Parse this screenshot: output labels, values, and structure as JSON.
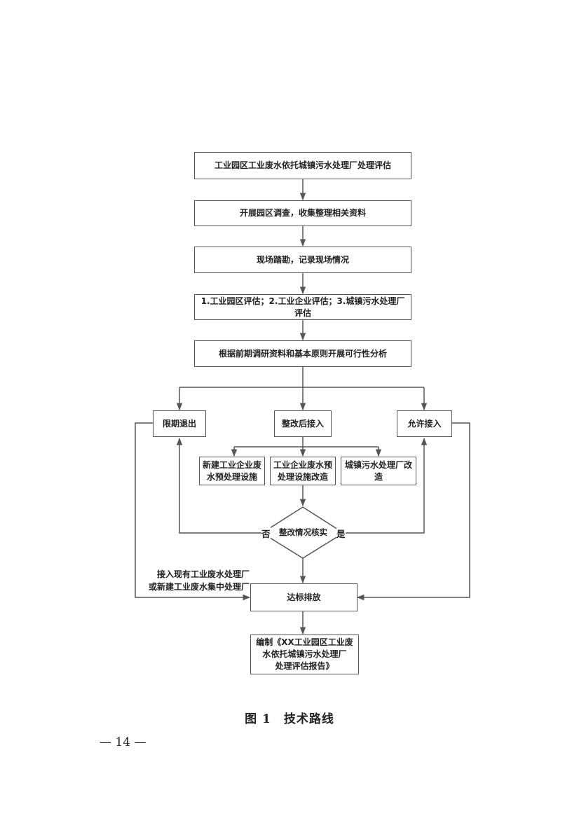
{
  "flowchart": {
    "step1": "工业园区工业废水依托城镇污水处理厂处理评估",
    "step2": "开展园区调查，收集整理相关资料",
    "step3": "现场踏勘，记录现场情况",
    "step4": "1.工业园区评估；2.工业企业评估；3.城镇污水处理厂评估",
    "step5": "根据前期调研资料和基本原则开展可行性分析",
    "branch_exit": "限期退出",
    "branch_rectify": "整改后接入",
    "branch_allow": "允许接入",
    "sub_new": "新建工业企业废\n水预处理设施",
    "sub_upgrade": "工业企业废水预\n处理设施改造",
    "sub_plant": "城镇污水处理厂改\n造",
    "decision": "整改情况核实",
    "label_no": "否",
    "label_yes": "是",
    "side_note": "接入现有工业废水处理厂\n或新建工业废水集中处理厂",
    "discharge": "达标排放",
    "report": "编制《XX工业园区工业废\n水依托城镇污水处理厂\n处理评估报告》"
  },
  "caption": "图 1　技术路线",
  "page_number": "— 14 —"
}
